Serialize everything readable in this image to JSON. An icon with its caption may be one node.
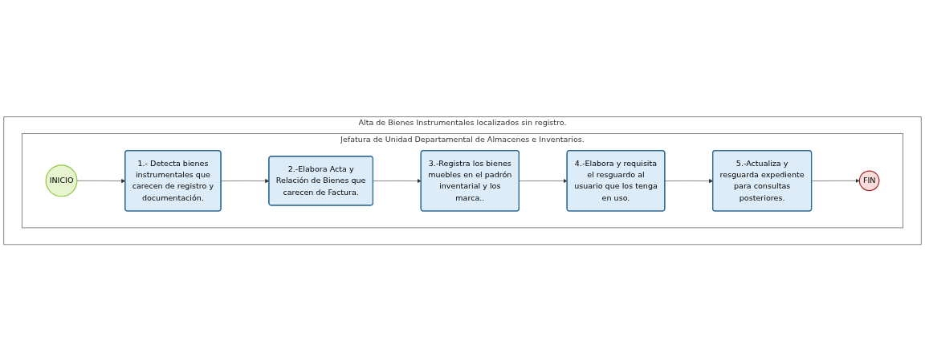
{
  "diagram": {
    "nodes": [
      {
        "text": [
          "Alta de Bienes Instrumentales localizados sin registro."
        ]
      },
      {
        "text": [
          "Jefatura de Unidad Departamental de Almacenes e Inventarios."
        ],
        "in": 0
      },
      {
        "text": [
          "INICIO"
        ],
        "in": 1
      },
      {
        "text": [
          "1.- Detecta bienes instrumentales que carecen de registro y documentación."
        ],
        "in": 1
      },
      {
        "text": [
          "2.-Elabora Acta y Relación de Bienes que carecen de Factura."
        ],
        "in": 1
      },
      {
        "text": [
          "3.-Registra los bienes muebles en el padrón inventarial y los marca.."
        ],
        "in": 1
      },
      {
        "text": [
          "4.-Elabora y requisita el resguardo al usuario que los tenga en uso."
        ],
        "in": 1
      },
      {
        "text": [
          "5.-Actualiza y resguarda expediente para consultas posteriores."
        ],
        "in": 1
      },
      {
        "text": [
          "FIN"
        ],
        "in": 1
      }
    ],
    "edges": [
      {
        "from": 2,
        "to": 3,
        "arrow": "to"
      },
      {
        "from": 3,
        "to": 4,
        "arrow": "to"
      },
      {
        "from": 4,
        "to": 5,
        "arrow": "to"
      },
      {
        "from": 5,
        "to": 6,
        "arrow": "to"
      },
      {
        "from": 6,
        "to": 7,
        "arrow": "to"
      },
      {
        "from": 7,
        "to": 8,
        "arrow": "to"
      }
    ]
  }
}
